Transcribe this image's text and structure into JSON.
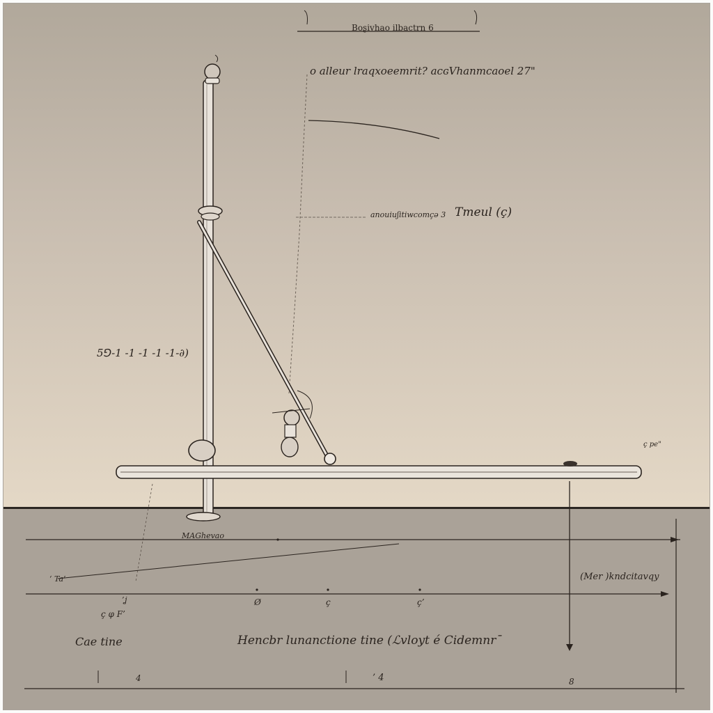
{
  "title": "Boʂivhao ilbactrn 6",
  "labels": {
    "top_annotation": "o alleur lraqxoeemrit? acɢVhanmcaoel 27\"",
    "mid_annotation": "anouiuʃitiwcomçə 3",
    "mid_annotation_right": "Tmeul (ç)",
    "left_annotation": "5⅁-1 -1 -1 -1 -1-∂)",
    "right_small": "ç pe\"",
    "ground_label": "MAGhevao",
    "right_bottom": "(Mer )kndcitavqy",
    "bottom_left": "Cae tine",
    "bottom_center": "Hencbr lunanctione tine (ℒvloyt é Cidemnrˉ"
  },
  "ticks": {
    "t1": "‘ Ta’",
    "t2": "’ʝ",
    "t3": "ç φ F’",
    "t4": "Ø",
    "t5": "ç",
    "t6": "ç’",
    "t7": "4",
    "t8": "’ 4",
    "t9": "8"
  },
  "colors": {
    "ink": "#2a231e",
    "sky_top": "#b1a89b",
    "sky_bottom": "#e4d8c6",
    "floor": "#aaa298",
    "metal": "#e8e2da"
  }
}
